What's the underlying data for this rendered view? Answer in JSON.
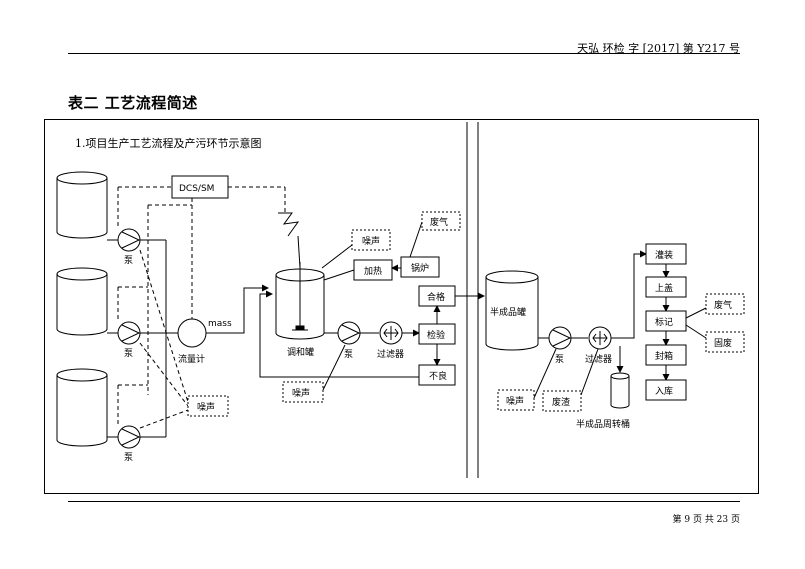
{
  "header": {
    "doc_ref": "天弘 环检 字 [2017] 第 Y217 号"
  },
  "section_title": "表二 工艺流程简述",
  "diagram": {
    "title": "1.项目生产工艺流程及产污环节示意图",
    "labels": {
      "dcs": "DCS/SM",
      "pump": "泵",
      "flowmeter": "流量计",
      "mass": "mass",
      "mixing_tank": "调和罐",
      "filter": "过滤器",
      "heating": "加热",
      "boiler": "锅炉",
      "exhaust_gas": "废气",
      "noise": "噪声",
      "qualified": "合格",
      "inspection": "检验",
      "unqualified": "不良",
      "semi_tank": "半成品罐",
      "slag": "废渣",
      "turnover_bucket": "半成品周转桶",
      "filling": "灌装",
      "capping": "上盖",
      "labeling": "标记",
      "sealing": "封箱",
      "storage": "入库",
      "solid_waste": "固废"
    }
  },
  "footer": {
    "page": "第 9 页 共 23 页"
  }
}
